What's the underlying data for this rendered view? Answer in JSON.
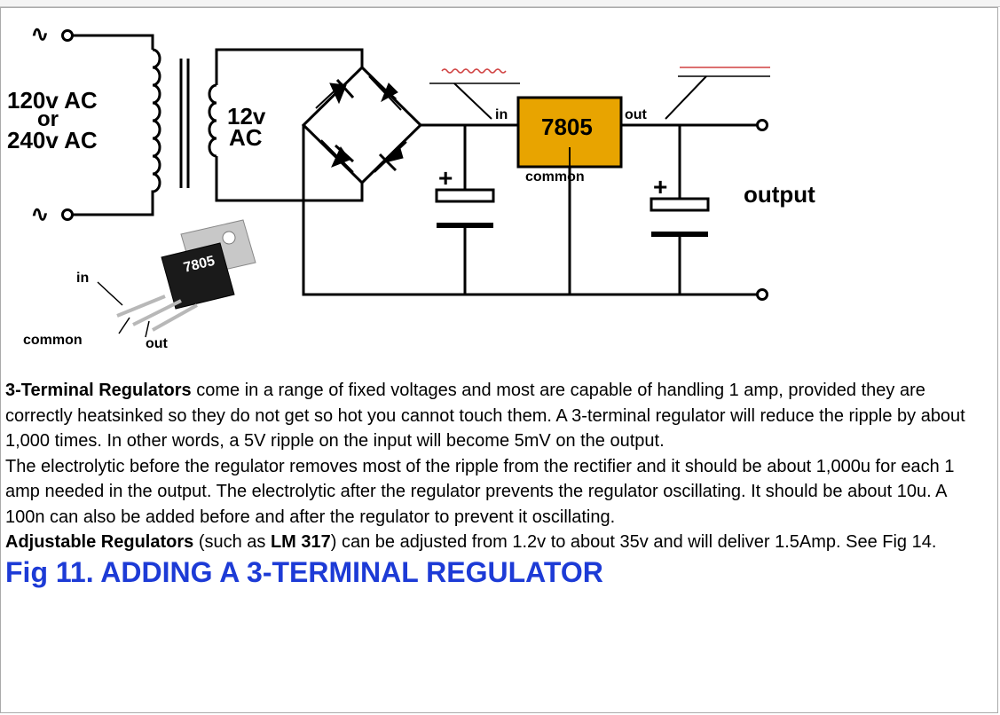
{
  "diagram": {
    "input_voltage_line1": "120v AC",
    "input_voltage_line2": "or",
    "input_voltage_line3": "240v AC",
    "secondary_line1": "12v",
    "secondary_line2": "AC",
    "ac_symbol": "∿",
    "regulator_part": "7805",
    "regulator_in": "in",
    "regulator_out": "out",
    "regulator_common": "common",
    "output_label": "output",
    "plus_sign": "+",
    "package_part": "7805",
    "package_in": "in",
    "package_common": "common",
    "package_out": "out",
    "colors": {
      "regulator_fill": "#e8a400",
      "ripple": "#d04040",
      "output_line": "#d04040",
      "caption": "#1d3bd6",
      "package_body": "#1a1a1a",
      "tab_metal": "#c8c8c8"
    }
  },
  "text": {
    "p1_bold": "3-Terminal Regulators",
    "p1_rest": " come in a range of fixed voltages and most are capable of handling 1 amp, provided they are correctly heatsinked so they do not get so hot you cannot touch them. A 3-terminal regulator will reduce the ripple by about 1,000 times. In other words, a 5V ripple on the input will become 5mV on the output.",
    "p2": "The electrolytic before the regulator removes most of the ripple from the rectifier and it should be about 1,000u for each 1 amp needed in the output. The electrolytic after the regulator prevents the regulator oscillating. It should be about 10u. A 100n can also be added before and after the regulator to prevent it oscillating.",
    "p3_bold": "Adjustable Regulators",
    "p3_mid": " (such as ",
    "p3_bold2": "LM 317",
    "p3_rest": ") can be adjusted from 1.2v to about 35v and will deliver 1.5Amp. See Fig 14.",
    "caption": "Fig 11.  ADDING A 3-TERMINAL REGULATOR"
  }
}
